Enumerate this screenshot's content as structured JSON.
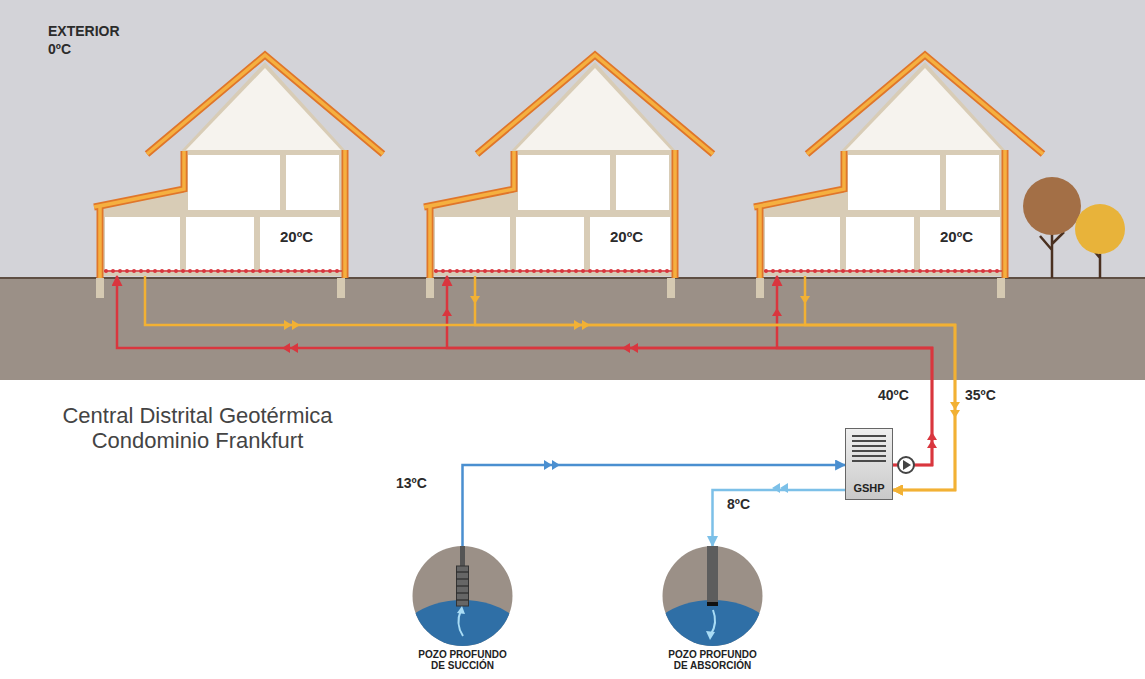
{
  "diagram": {
    "title": "Central Distrital Geotérmica Condominio Frankfurt",
    "nodes": [
      {
        "text": [
          "20ºC"
        ]
      },
      {
        "text": [
          "20ºC"
        ]
      },
      {
        "text": [
          "20ºC"
        ]
      },
      {
        "text": [
          "GSHP"
        ]
      },
      {
        "text": [
          "POZO PROFUNDO DE SUCCIÓN"
        ]
      },
      {
        "text": [
          "POZO PROFUNDO DE ABSORCIÓN"
        ]
      }
    ],
    "edges": [
      {
        "from": 3,
        "to": 0,
        "arrow": "to"
      },
      {
        "from": 3,
        "to": 1,
        "arrow": "to"
      },
      {
        "from": 3,
        "to": 2,
        "arrow": "to"
      },
      {
        "from": 0,
        "to": 3,
        "arrow": "to"
      },
      {
        "from": 1,
        "to": 3,
        "arrow": "to"
      },
      {
        "from": 2,
        "to": 3,
        "arrow": "to"
      },
      {
        "from": 4,
        "to": 3,
        "label": "13ºC",
        "arrow": "to"
      },
      {
        "from": 3,
        "to": 5,
        "label": "8ºC",
        "arrow": "to"
      }
    ],
    "labels": [
      "EXTERIOR",
      "0ºC",
      "40ºC",
      "35ºC"
    ]
  }
}
